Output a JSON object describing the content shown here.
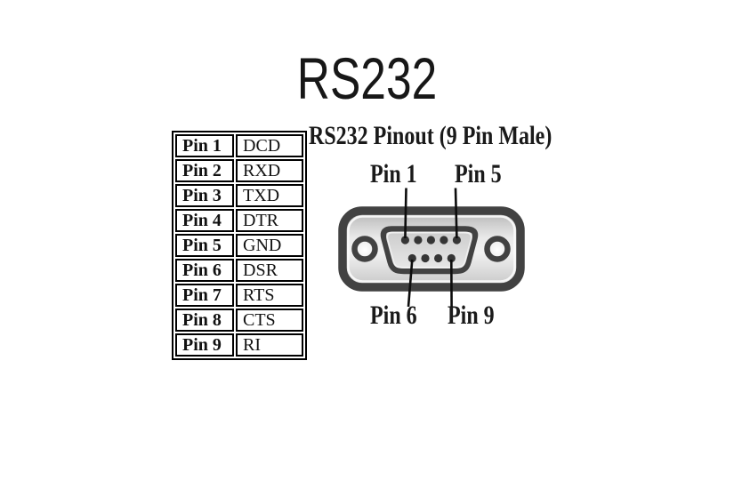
{
  "title": "RS232",
  "pin_table": {
    "rows": [
      {
        "pin": "Pin 1",
        "signal": "DCD"
      },
      {
        "pin": "Pin 2",
        "signal": "RXD"
      },
      {
        "pin": "Pin 3",
        "signal": "TXD"
      },
      {
        "pin": "Pin 4",
        "signal": "DTR"
      },
      {
        "pin": "Pin 5",
        "signal": "GND"
      },
      {
        "pin": "Pin 6",
        "signal": "DSR"
      },
      {
        "pin": "Pin 7",
        "signal": "RTS"
      },
      {
        "pin": "Pin 8",
        "signal": "CTS"
      },
      {
        "pin": "Pin 9",
        "signal": "RI"
      }
    ]
  },
  "diagram": {
    "heading": "RS232 Pinout (9 Pin Male)",
    "callouts": {
      "pin1": "Pin 1",
      "pin5": "Pin 5",
      "pin6": "Pin 6",
      "pin9": "Pin 9"
    },
    "pins_top_row": 5,
    "pins_bottom_row": 4,
    "colors": {
      "outline": "#424242",
      "body_light": "#f2f2f2",
      "body_dark": "#b4b4b4",
      "shell_fill": "#d4d4d4",
      "pin_dot": "#353535",
      "leader_line": "#0d0d0d"
    }
  }
}
